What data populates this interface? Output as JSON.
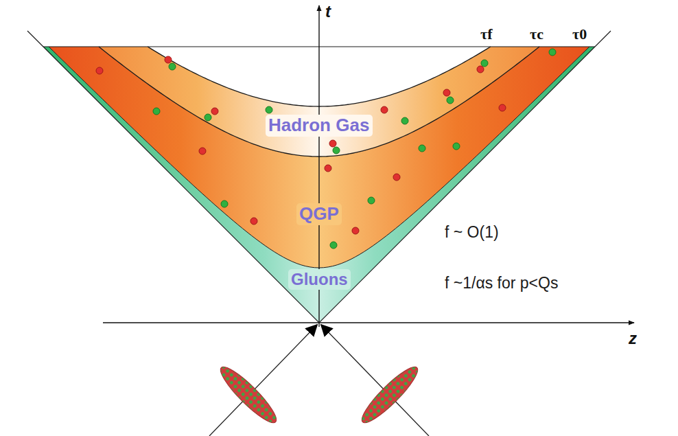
{
  "diagram": {
    "nodes": [
      {
        "text": [
          "Hadron Gas"
        ]
      },
      {
        "text": [
          "QGP"
        ]
      },
      {
        "text": [
          "Gluons"
        ]
      }
    ],
    "labels": [
      "t",
      "τf",
      "τc",
      "τ0",
      "f ~ O(1)",
      "f ~1/αs for p<Qs",
      "z"
    ]
  }
}
